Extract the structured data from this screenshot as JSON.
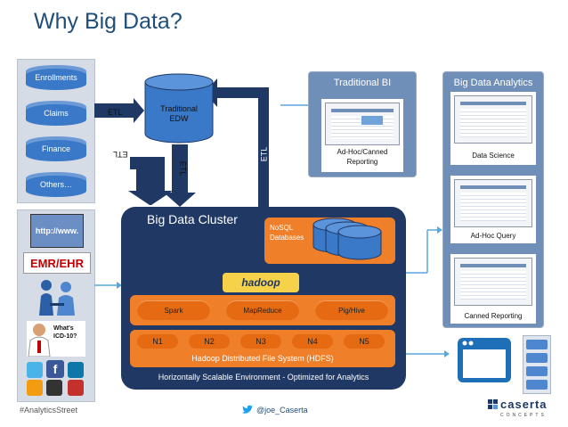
{
  "title": "Why Big Data?",
  "sources": {
    "databases": [
      "Enrollments",
      "Claims",
      "Finance",
      "Others…"
    ],
    "icons": [
      "http-icon",
      "emr-ehr-icon",
      "doctor-patient-icon",
      "icd10-doctor-icon",
      "social-media-icon"
    ],
    "emr_label": "EMR/EHR",
    "http_label": "http://www.",
    "icd_label": "What's ICD-10?"
  },
  "edw": {
    "label_line1": "Traditional",
    "label_line2": "EDW"
  },
  "etl": {
    "top": "ETL",
    "left": "ETL",
    "middle": "ETL",
    "right": "ETL"
  },
  "traditional_bi": {
    "title": "Traditional BI",
    "caption_line1": "Ad-Hoc/Canned",
    "caption_line2": "Reporting"
  },
  "big_data_analytics": {
    "title": "Big Data Analytics",
    "items": [
      "Data Science",
      "Ad-Hoc Query",
      "Canned Reporting"
    ]
  },
  "cluster": {
    "title": "Big Data Cluster",
    "nosql_line1": "NoSQL",
    "nosql_line2": "Databases",
    "logo": "hadoop",
    "tools": [
      "Spark",
      "MapReduce",
      "Pig/Hive"
    ],
    "nodes": [
      "N1",
      "N2",
      "N3",
      "N4",
      "N5"
    ],
    "hdfs_label": "Hadoop Distributed File System (HDFS)",
    "scalability": "Horizontally Scalable Environment  - Optimized for Analytics"
  },
  "app_panel": {
    "items": [
      "",
      "",
      "",
      ""
    ]
  },
  "footer": {
    "hashtag": "#AnalyticsStreet",
    "twitter": "@joe_Caserta",
    "brand": "caserta",
    "brand_sub": "CONCEPTS"
  },
  "colors": {
    "title": "#1f4e79",
    "cylinder": "#3a78c8",
    "cluster": "#1f3864",
    "orange": "#f07f2a",
    "arrow": "#1f3864",
    "light_arrow": "#5aa7dd"
  }
}
